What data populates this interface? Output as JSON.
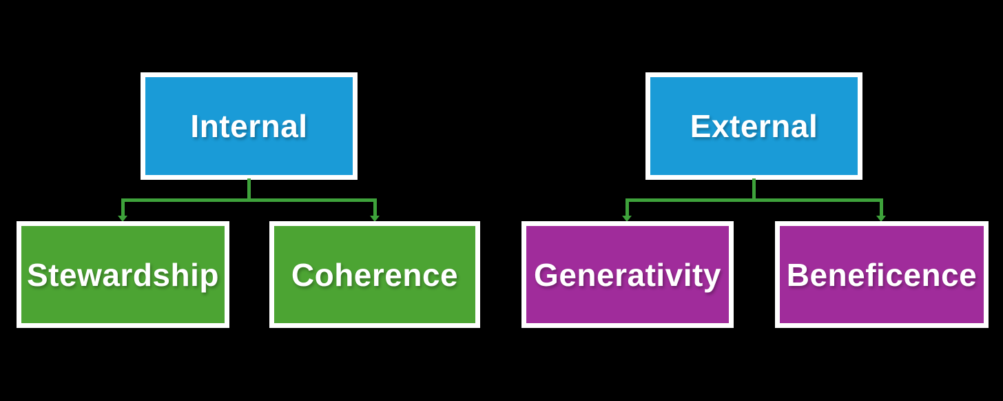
{
  "diagram": {
    "colors": {
      "background": "#000000",
      "blue": "#1A9BD7",
      "green": "#4CA433",
      "purple": "#A02C9B",
      "connector": "#3EA23B",
      "border": "#FFFFFF",
      "text": "#FFFFFF"
    },
    "trees": [
      {
        "root": {
          "label": "Internal",
          "color": "blue"
        },
        "children": [
          {
            "label": "Stewardship",
            "color": "green"
          },
          {
            "label": "Coherence",
            "color": "green"
          }
        ]
      },
      {
        "root": {
          "label": "External",
          "color": "blue"
        },
        "children": [
          {
            "label": "Generativity",
            "color": "purple"
          },
          {
            "label": "Beneficence",
            "color": "purple"
          }
        ]
      }
    ]
  }
}
